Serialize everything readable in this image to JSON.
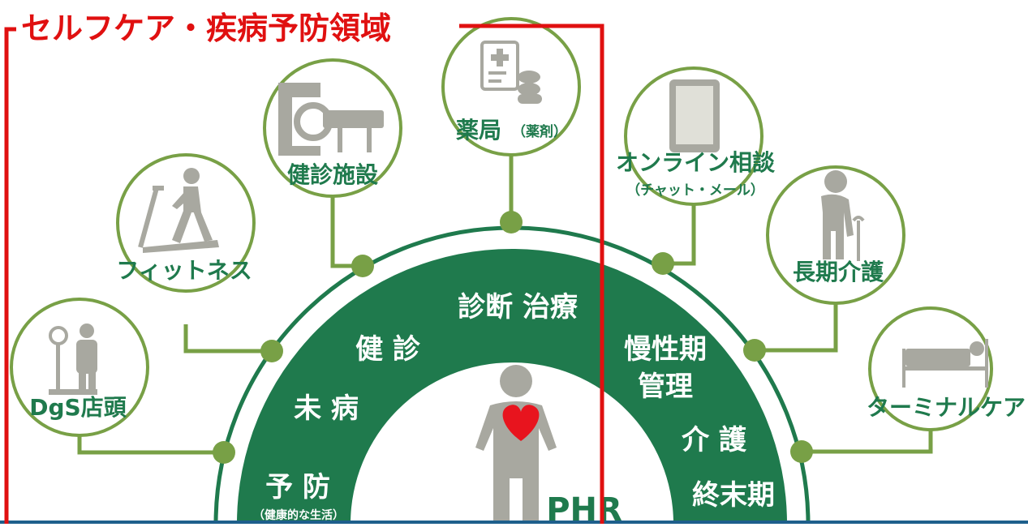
{
  "title": "セルフケア・疾病予防領域",
  "center_label": "PHR",
  "stages": {
    "diagnosis_treatment": "診断 治療",
    "checkup": "健 診",
    "pre_disease": "未 病",
    "prevention": "予 防",
    "prevention_sub": "（健康的な生活）",
    "chronic_line1": "慢性期",
    "chronic_line2": "管理",
    "care": "介 護",
    "end_of_life": "終末期"
  },
  "services": {
    "drugstore": "DgS店頭",
    "fitness": "フィットネス",
    "checkup_facility": "健診施設",
    "pharmacy": "薬局",
    "pharmacy_sub": "（薬剤）",
    "online_consult": "オンライン相談",
    "online_consult_sub": "（チャット・メール）",
    "long_term_care": "長期介護",
    "terminal_care": "ターミナルケア"
  },
  "colors": {
    "dark_green": "#1f7a4d",
    "olive_green": "#78a046",
    "icon_gray": "#a8a8a0",
    "heart_red": "#e8141e",
    "frame_red": "#e01010",
    "bottom_bar": "#1e5f8c"
  },
  "icons": [
    "scale-icon",
    "treadmill-icon",
    "ct-scanner-icon",
    "prescription-icon",
    "tablet-icon",
    "elderly-cane-icon",
    "hospital-bed-icon",
    "person-heart-icon"
  ]
}
